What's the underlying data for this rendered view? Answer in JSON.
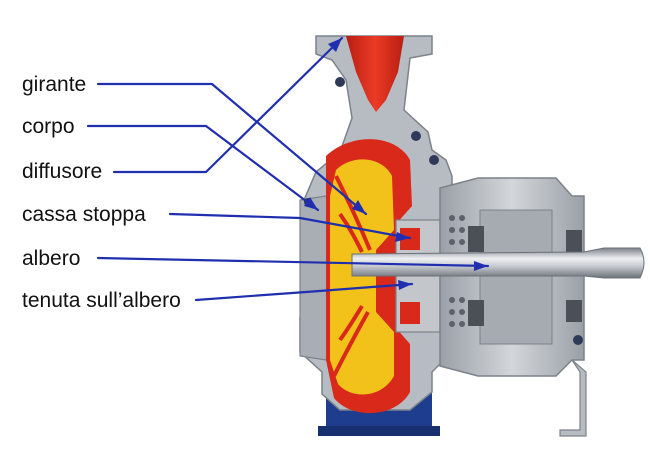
{
  "labels": [
    {
      "id": "girante",
      "text": "girante"
    },
    {
      "id": "corpo",
      "text": "corpo"
    },
    {
      "id": "diffusore",
      "text": "diffusore"
    },
    {
      "id": "cassa-stoppa",
      "text": "cassa stoppa"
    },
    {
      "id": "albero",
      "text": "albero"
    },
    {
      "id": "tenuta",
      "text": "tenuta sull’albero"
    }
  ],
  "colors": {
    "leader_line": "#1f2fb0",
    "casing_red": "#d8291b",
    "impeller_yellow": "#f2c21a",
    "metal_grey": "#b3b8bf",
    "base_blue": "#1e3d8f"
  }
}
